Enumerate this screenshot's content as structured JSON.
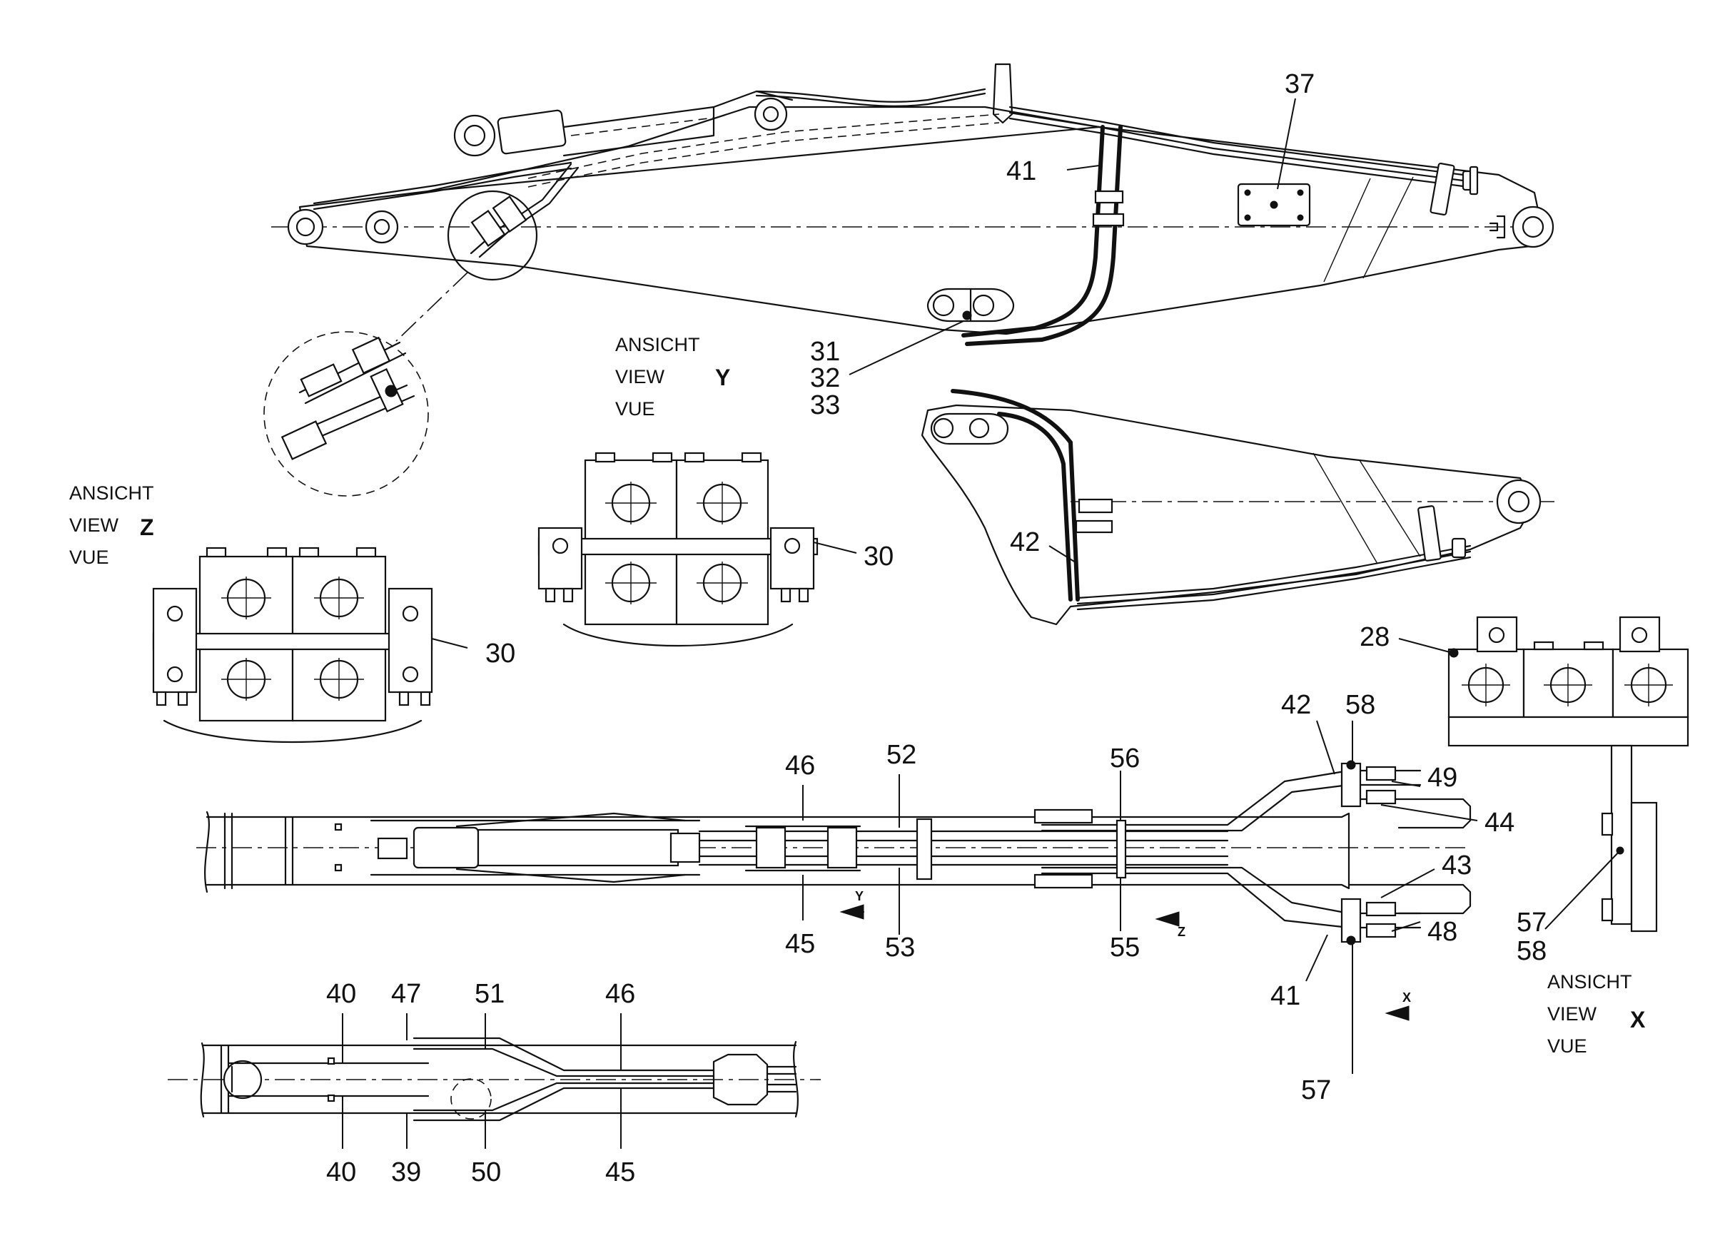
{
  "labels": {
    "c37": "37",
    "c41a": "41",
    "c31": "31",
    "c32": "32",
    "c33": "33",
    "c42a": "42",
    "c30a": "30",
    "c30b": "30",
    "c28": "28",
    "c42b": "42",
    "c58a": "58",
    "c49": "49",
    "c44": "44",
    "c43": "43",
    "c48": "48",
    "c41b": "41",
    "c57a": "57",
    "c57b": "57",
    "c58b": "58",
    "c46a": "46",
    "c52": "52",
    "c56": "56",
    "c45a": "45",
    "c53": "53",
    "c55": "55",
    "c40a": "40",
    "c47": "47",
    "c51": "51",
    "c46b": "46",
    "c40b": "40",
    "c39": "39",
    "c50": "50",
    "c45b": "45"
  },
  "views": {
    "y": {
      "l1": "ANSICHT",
      "l2": "VIEW",
      "l3": "VUE",
      "letter": "Y"
    },
    "z": {
      "l1": "ANSICHT",
      "l2": "VIEW",
      "l3": "VUE",
      "letter": "Z"
    },
    "x": {
      "l1": "ANSICHT",
      "l2": "VIEW",
      "l3": "VUE",
      "letter": "X"
    }
  },
  "arrows": {
    "y": "Y",
    "z": "Z",
    "x": "X"
  }
}
